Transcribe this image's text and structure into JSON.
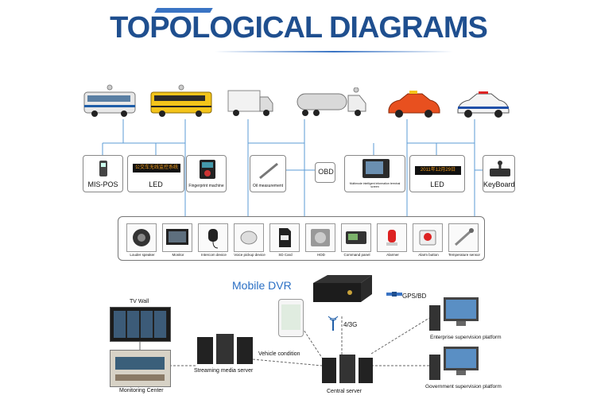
{
  "header": {
    "title": "TOPOLOGICAL DIAGRAMS"
  },
  "devices": {
    "mis_pos": "MIS-POS",
    "led_left": "LED",
    "fingerprint": "Fingerprint machine",
    "oil": "Oil measurement",
    "obd": "OBD",
    "multimedia": "Multimode intelligent information terminal screen",
    "led_right": "LED",
    "keyboard": "KeyBoard"
  },
  "led_displays": {
    "left_text": "公交车无线监控系统",
    "right_text": "2011年12月29日"
  },
  "accessories": [
    {
      "label": "Louder speaker"
    },
    {
      "label": "Monitor"
    },
    {
      "label": "Intercom device"
    },
    {
      "label": "Voice pickup device"
    },
    {
      "label": "SD Card"
    },
    {
      "label": "HDD"
    },
    {
      "label": "Command panel"
    },
    {
      "label": "Alarmer"
    },
    {
      "label": "Alarm button"
    },
    {
      "label": "Temperature sensor"
    }
  ],
  "network": {
    "mobile_dvr": "Mobile DVR",
    "gps": "GPS/BD",
    "net_type": "4/3G",
    "tv_wall": "TV Wall",
    "monitoring_center": "Monitoring Center",
    "streaming_server": "Streaming media server",
    "vehicle_condition": "Vehicle condition",
    "central_server": "Central server",
    "enterprise_platform": "Enterprise supervision platform",
    "government_platform": "Government supervision platform"
  },
  "colors": {
    "title": "#1f4f8f",
    "connector": "#5b9bd5",
    "dvr_label": "#2a6fc4"
  }
}
